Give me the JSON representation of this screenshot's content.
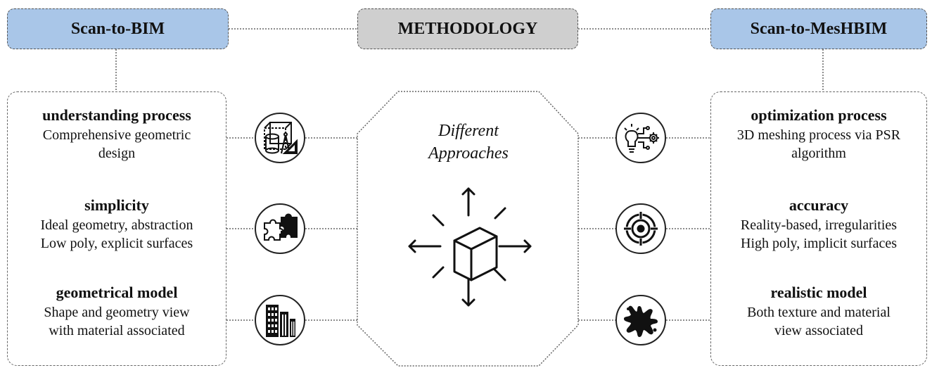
{
  "header": {
    "left_title": "Scan-to-BIM",
    "center_title": "METHODOLOGY",
    "right_title": "Scan-to-MesHBIM"
  },
  "center": {
    "label_line1": "Different",
    "label_line2": "Approaches",
    "icon": "cube-arrows-icon"
  },
  "left_panel": {
    "items": [
      {
        "heading": "understanding process",
        "desc_line1": "Comprehensive geometric",
        "desc_line2": "design",
        "icon": "geometric-design-icon"
      },
      {
        "heading": "simplicity",
        "desc_line1": "Ideal geometry, abstraction",
        "desc_line2": "Low poly, explicit surfaces",
        "icon": "puzzle-icon"
      },
      {
        "heading": "geometrical model",
        "desc_line1": "Shape and geometry view",
        "desc_line2": "with material associated",
        "icon": "buildings-icon"
      }
    ]
  },
  "right_panel": {
    "items": [
      {
        "heading": "optimization process",
        "desc_line1": "3D meshing process via PSR",
        "desc_line2": "algorithm",
        "icon": "lightbulb-gear-icon"
      },
      {
        "heading": "accuracy",
        "desc_line1": "Reality-based, irregularities",
        "desc_line2": "High poly, implicit surfaces",
        "icon": "target-icon"
      },
      {
        "heading": "realistic model",
        "desc_line1": "Both texture and material",
        "desc_line2": "view associated",
        "icon": "splash-icon"
      }
    ]
  },
  "colors": {
    "title_blue": "#a9c6e8",
    "title_grey": "#cfcfcf"
  }
}
